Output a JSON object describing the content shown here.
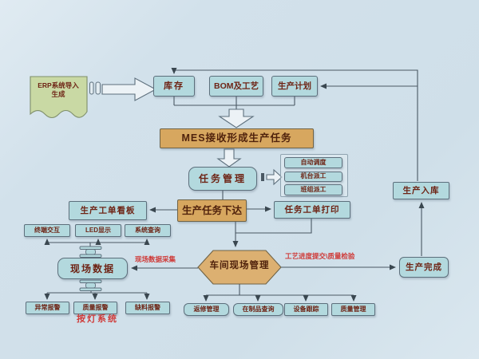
{
  "colors": {
    "background": "#d2e1eb",
    "node_fill": "#b3d9de",
    "accent_fill": "#d7a75f",
    "erp_fill": "#c9d9a4",
    "node_text": "#6e2415",
    "annotation_red": "#cf3a38",
    "line": "#4a5863"
  },
  "flow": {
    "erp": {
      "line1": "ERP系统导入",
      "line2": "生成"
    },
    "inventory": "库存",
    "bom": "BOM及工艺",
    "plan": "生产计划",
    "mes": "MES接收形成生产任务",
    "task_mgmt": "任务管理",
    "dispatch": [
      "自动调度",
      "机台派工",
      "班组派工"
    ],
    "kanban": "生产工单看板",
    "release": "生产任务下达",
    "print": "任务工单打印",
    "terminals": [
      "终端交互",
      "LED显示",
      "系统查询"
    ],
    "field_data": "现场数据",
    "collect": "现场数据采集",
    "workshop": "车间现场管理",
    "process_quality": "工艺进度提交\\质量检验",
    "alarms": [
      "异常报警",
      "质量报警",
      "缺料报警"
    ],
    "andon": "按灯系统",
    "shop": [
      "返修管理",
      "在制品查询",
      "设备跟踪",
      "质量管理"
    ],
    "complete": "生产完成",
    "warehouse": "生产入库"
  }
}
